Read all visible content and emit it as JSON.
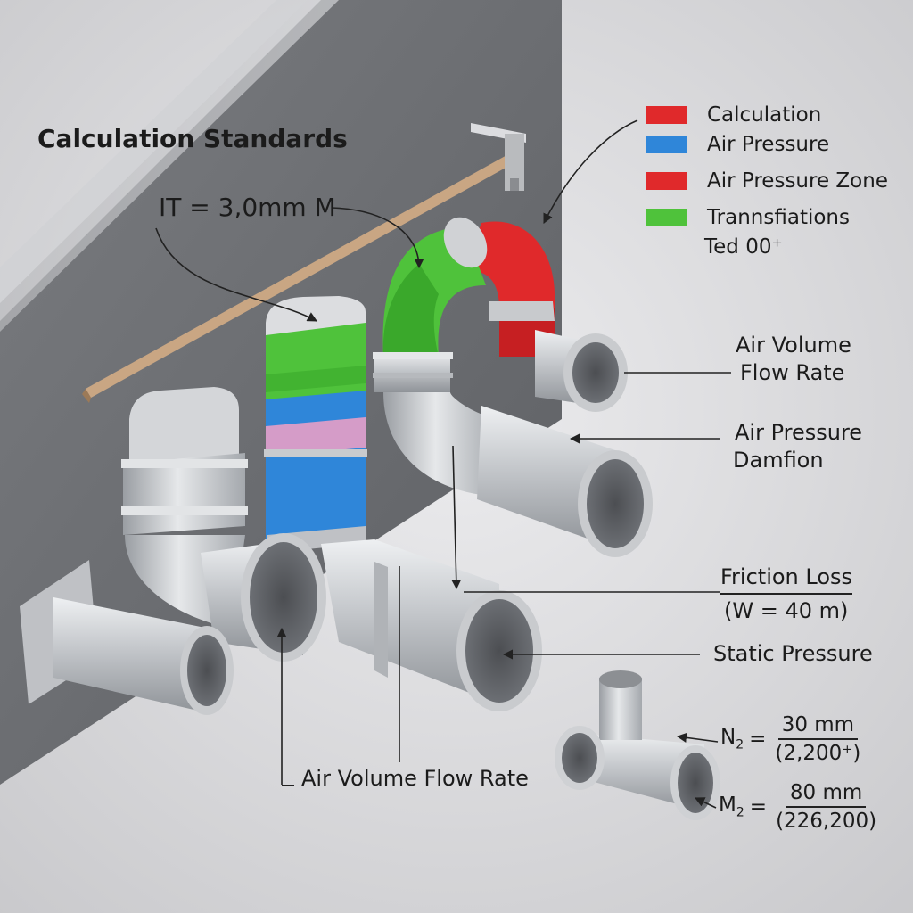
{
  "title": "Calculation Standards",
  "formula": "IT = 3,0mm M",
  "legend": [
    {
      "label": "Calculation",
      "color": "#e0292b"
    },
    {
      "label": "Air Pressure",
      "color": "#2f86d9"
    },
    {
      "label": "Air Pressure Zone",
      "color": "#e0292b"
    },
    {
      "label": "Trannsfiations",
      "color": "#4fc23b"
    }
  ],
  "legend_note": "Ted 00⁺",
  "callouts": {
    "air_volume_flow_rate_right": {
      "line1": "Air Volume",
      "line2": "Flow Rate"
    },
    "air_pressure_damfion": {
      "line1": "Air Pressure",
      "line2": "Damfion"
    },
    "friction_loss": {
      "line1": "Friction Loss",
      "line2": "(W = 40 m)"
    },
    "static_pressure": "Static Pressure",
    "air_volume_flow_rate_bottom": "Air Volume Flow Rate"
  },
  "equations": [
    {
      "symbol": "N",
      "sub": "2",
      "numerator": "30 mm",
      "denominator": "(2,200⁺)"
    },
    {
      "symbol": "M",
      "sub": "2",
      "numerator": "80 mm",
      "denominator": "(226,200)"
    }
  ],
  "colors": {
    "green": "#4fc23b",
    "blue": "#2f86d9",
    "red": "#e0292b",
    "pink": "#d59cc8",
    "metal": "#c4c6c9"
  }
}
